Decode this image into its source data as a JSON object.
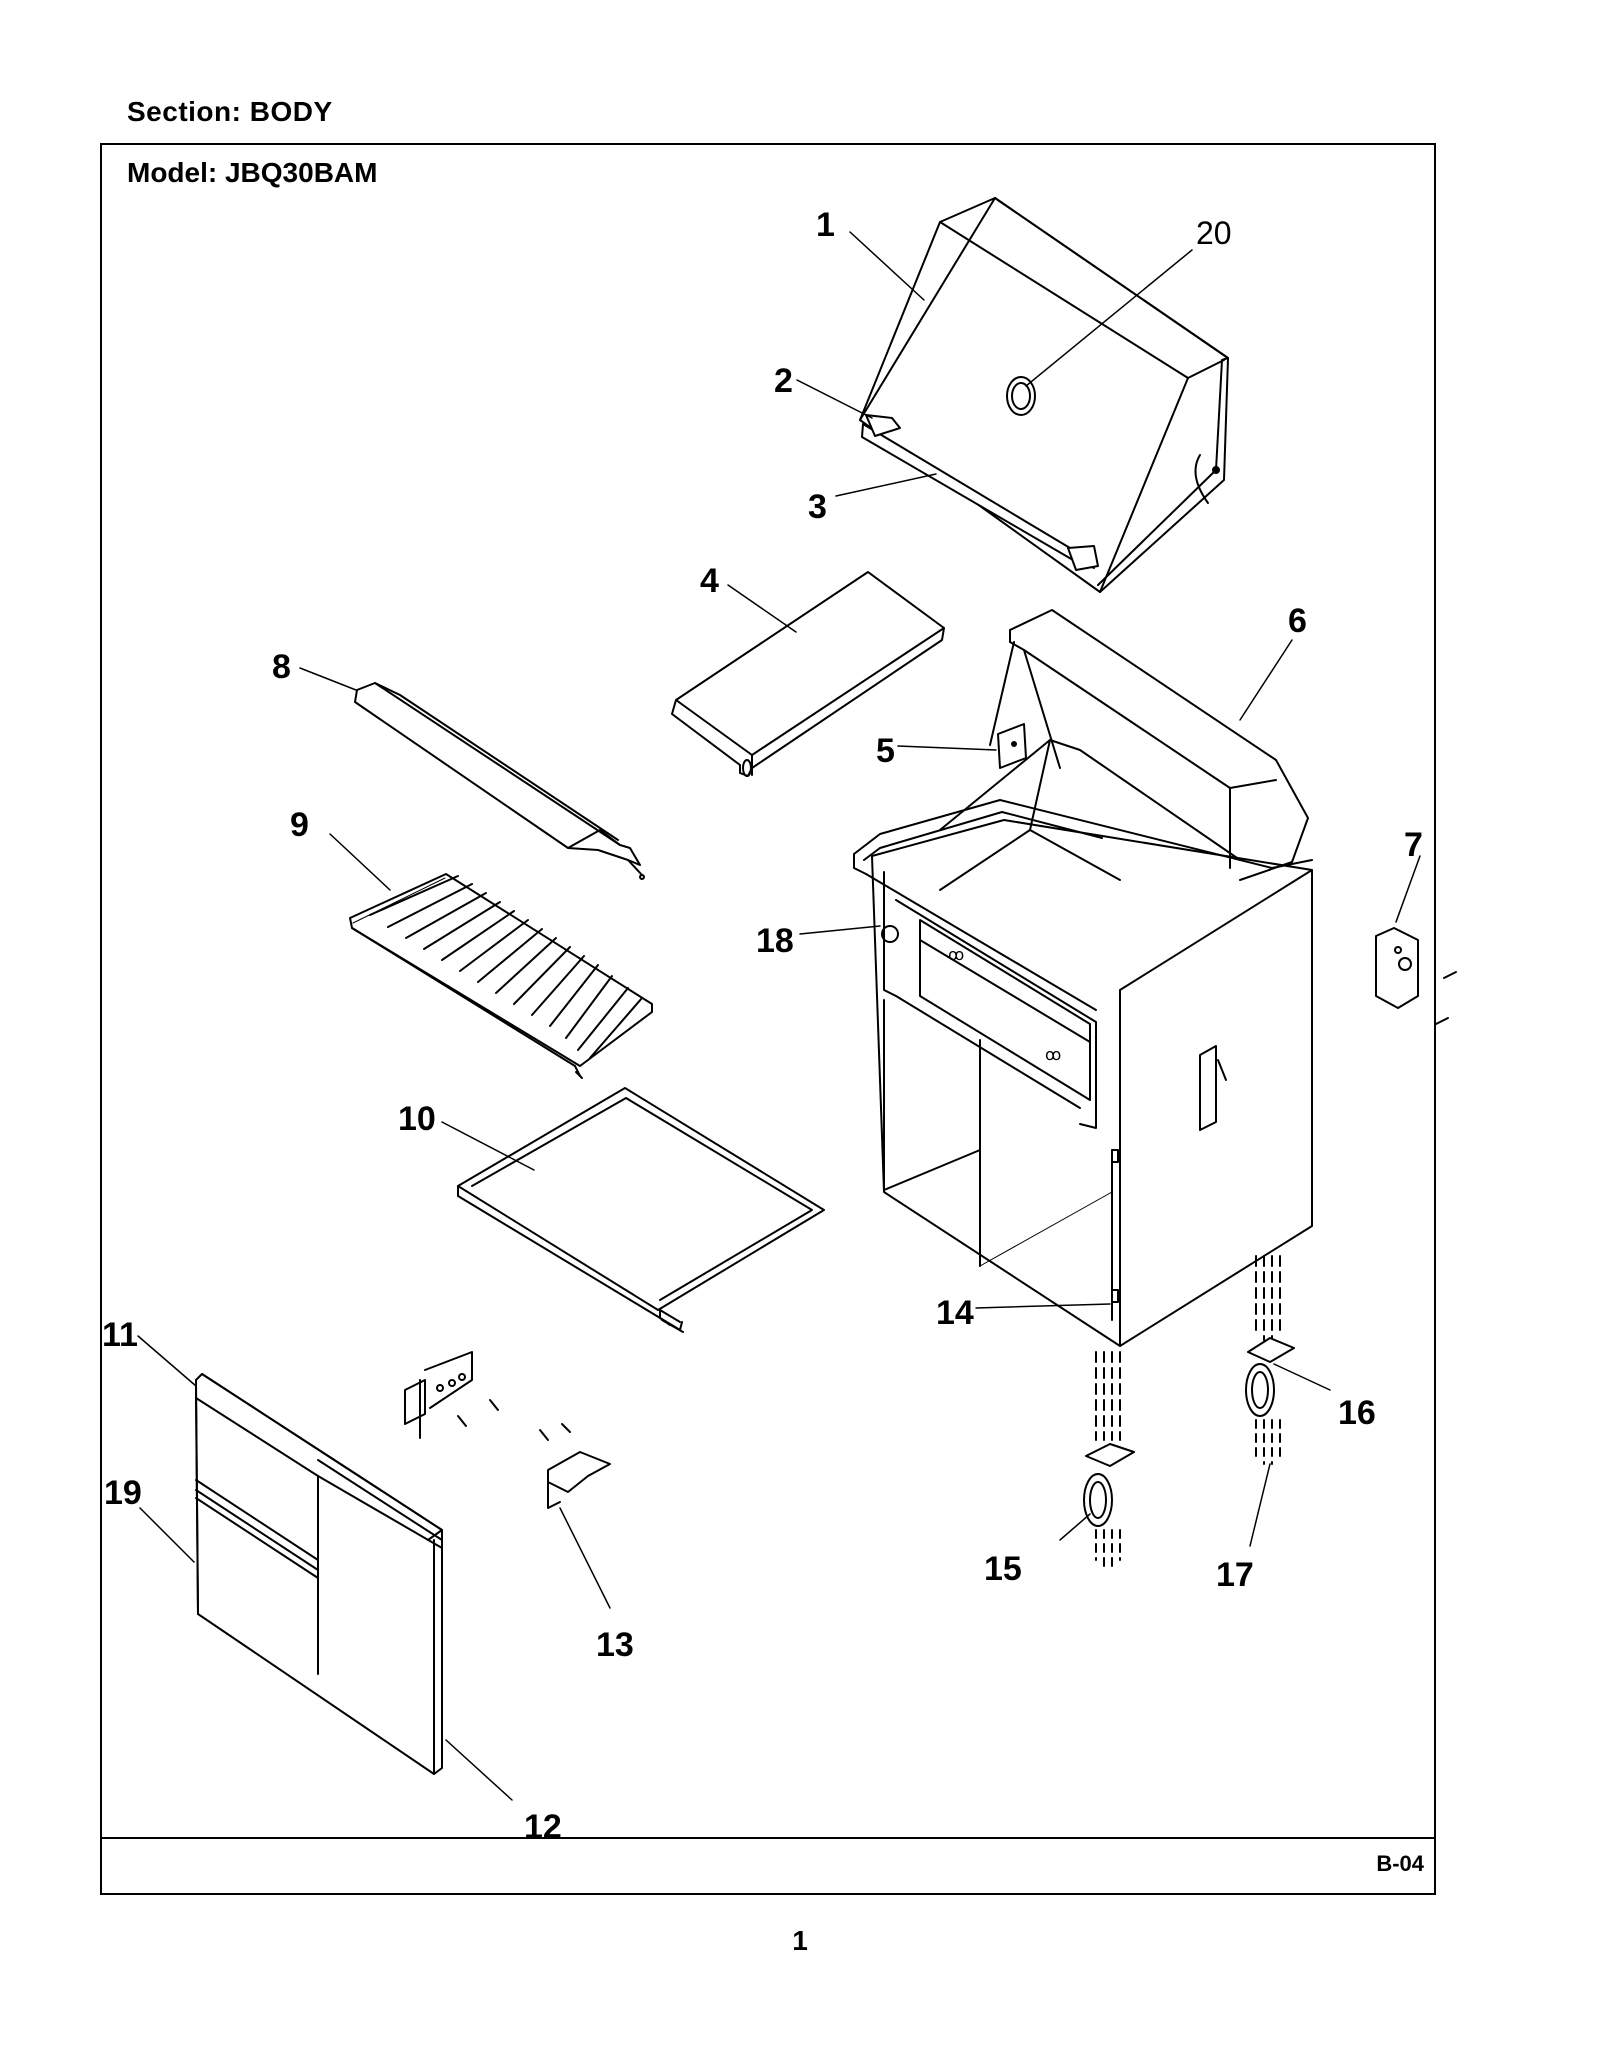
{
  "header": {
    "section": "Section:  BODY",
    "model": "Model:  JBQ30BAM"
  },
  "footer": {
    "page_code": "B-04",
    "page_number": "1"
  },
  "callouts": [
    "1",
    "2",
    "3",
    "4",
    "5",
    "6",
    "7",
    "8",
    "9",
    "10",
    "11",
    "12",
    "13",
    "14",
    "15",
    "16",
    "17",
    "18",
    "19",
    "20"
  ]
}
